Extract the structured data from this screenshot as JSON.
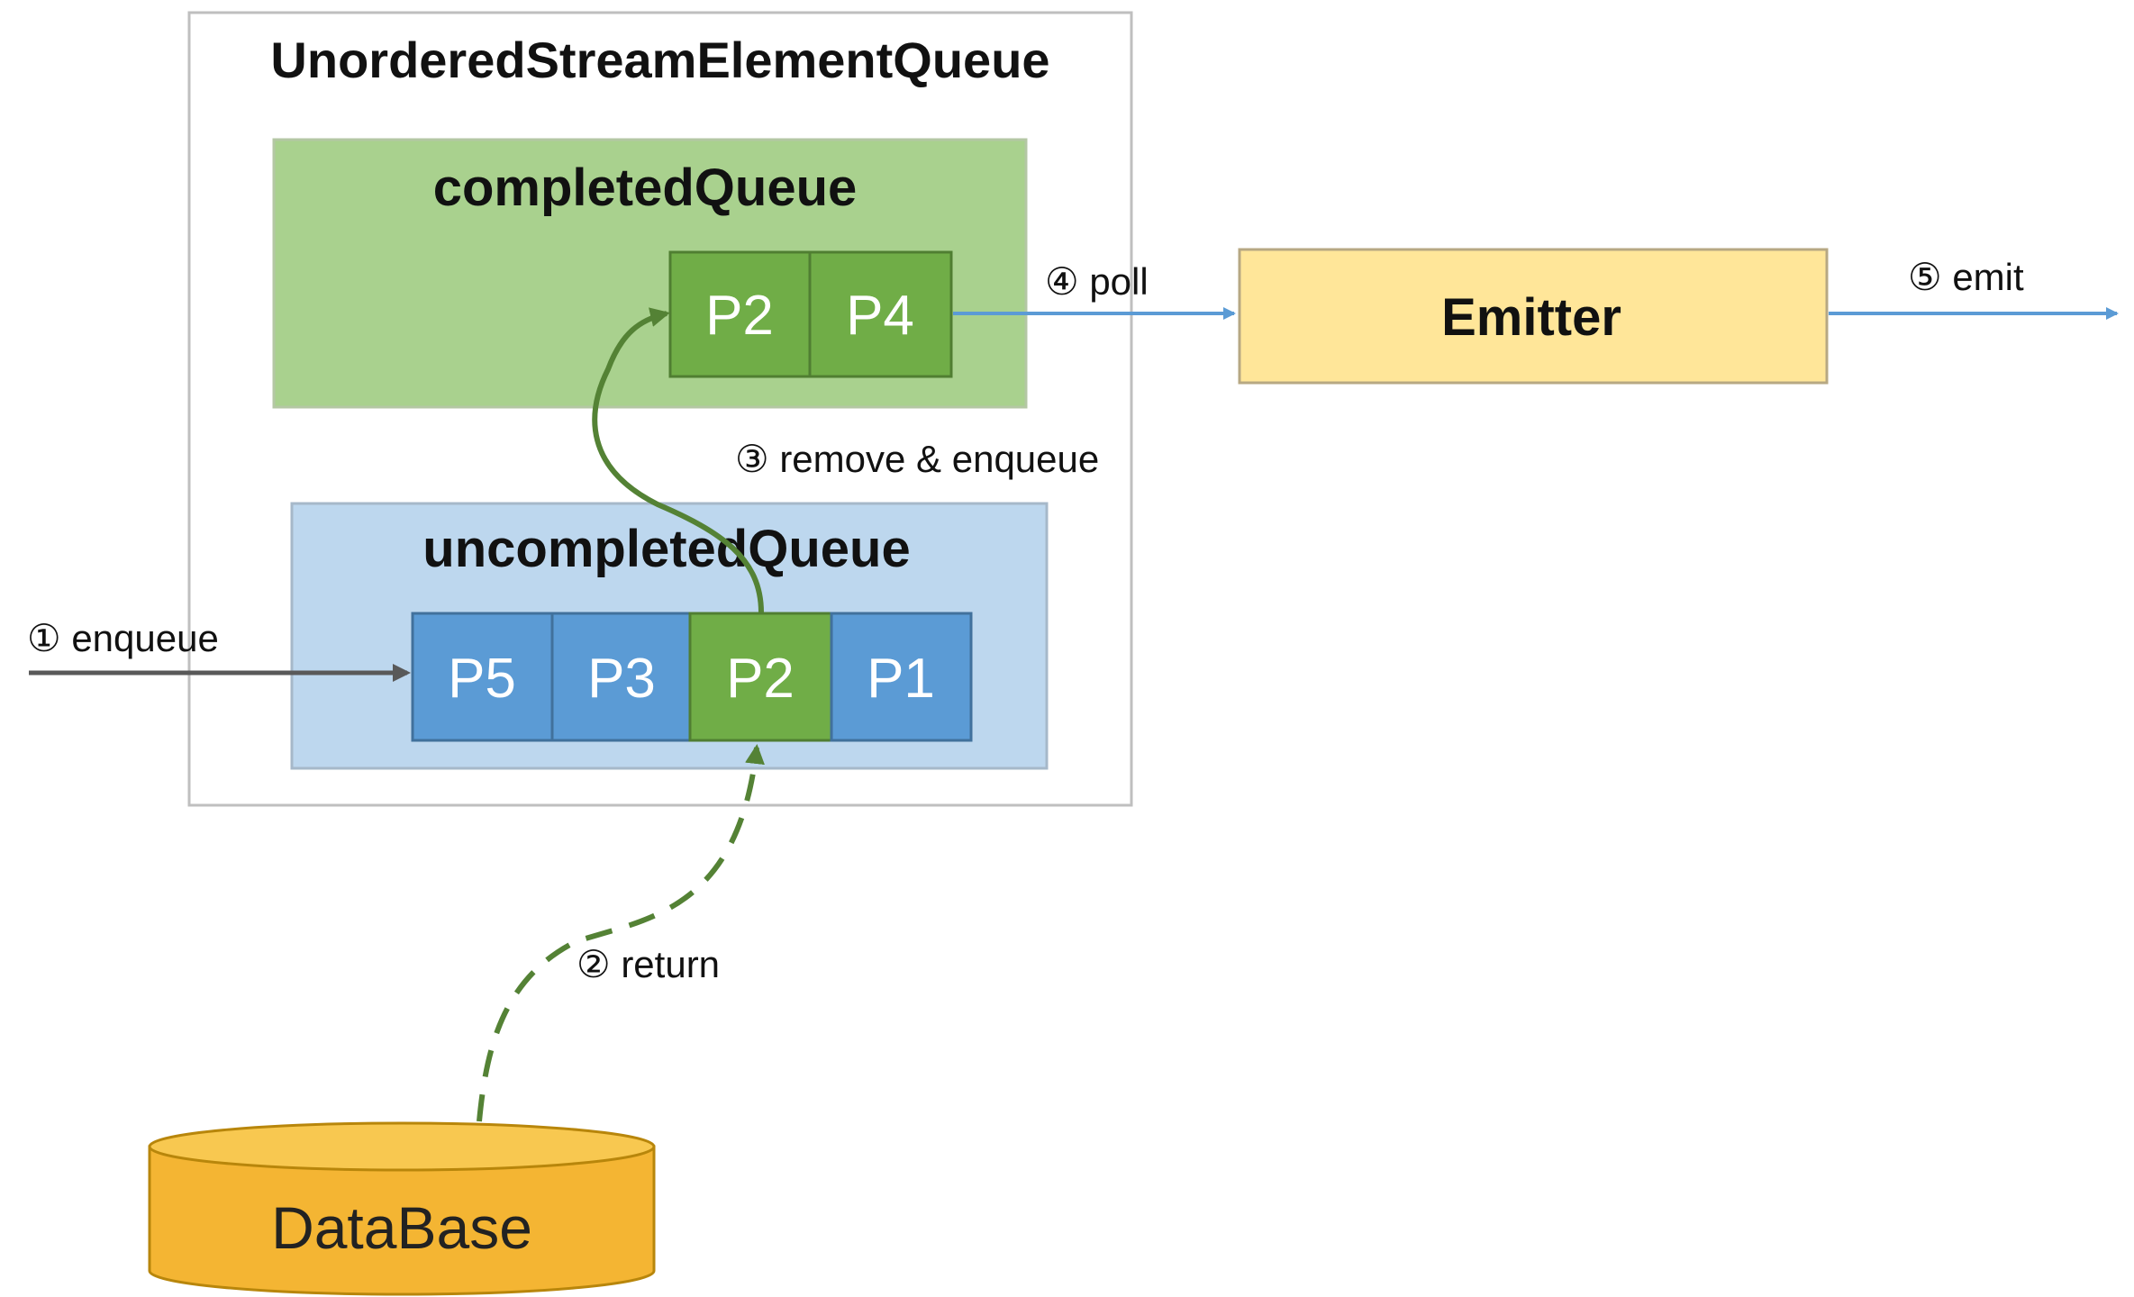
{
  "outer": {
    "title": "UnorderedStreamElementQueue"
  },
  "completed_queue": {
    "title": "completedQueue",
    "cells": [
      "P2",
      "P4"
    ]
  },
  "uncompleted_queue": {
    "title": "uncompletedQueue",
    "cells": [
      "P5",
      "P3",
      "P2",
      "P1"
    ],
    "highlighted_cell": "P2"
  },
  "emitter": {
    "label": "Emitter"
  },
  "database": {
    "label": "DataBase"
  },
  "steps": {
    "enqueue": "① enqueue",
    "return": "② return",
    "remove_enqueue": "③ remove & enqueue",
    "poll": "④ poll",
    "emit": "⑤ emit"
  },
  "colors": {
    "completed_bg": "#a9d18e",
    "completed_cell": "#70ad47",
    "uncompleted_bg": "#bdd7ee",
    "uncompleted_cell": "#5b9bd5",
    "emitter_bg": "#ffe699",
    "database_bg": "#f4b533",
    "arrow_blue": "#5b9bd5",
    "arrow_green": "#548235",
    "arrow_gray": "#595959"
  }
}
